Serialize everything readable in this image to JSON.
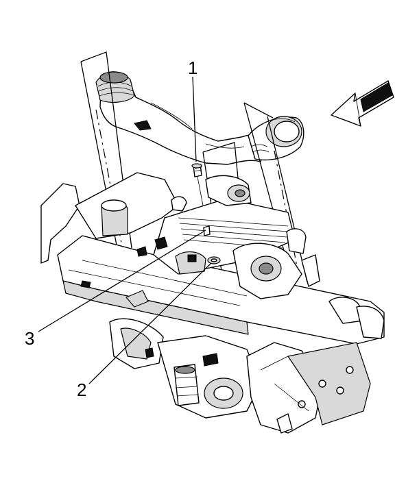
{
  "diagram": {
    "callouts": [
      {
        "id": "1",
        "label": "1"
      },
      {
        "id": "2",
        "label": "2"
      },
      {
        "id": "3",
        "label": "3"
      }
    ],
    "colors": {
      "ink": "#000000",
      "background": "#ffffff",
      "shade": "#d9d9d9",
      "dark_shade": "#8a8a8a"
    },
    "icons": {
      "direction_arrow": "front-direction-arrow-icon"
    }
  }
}
